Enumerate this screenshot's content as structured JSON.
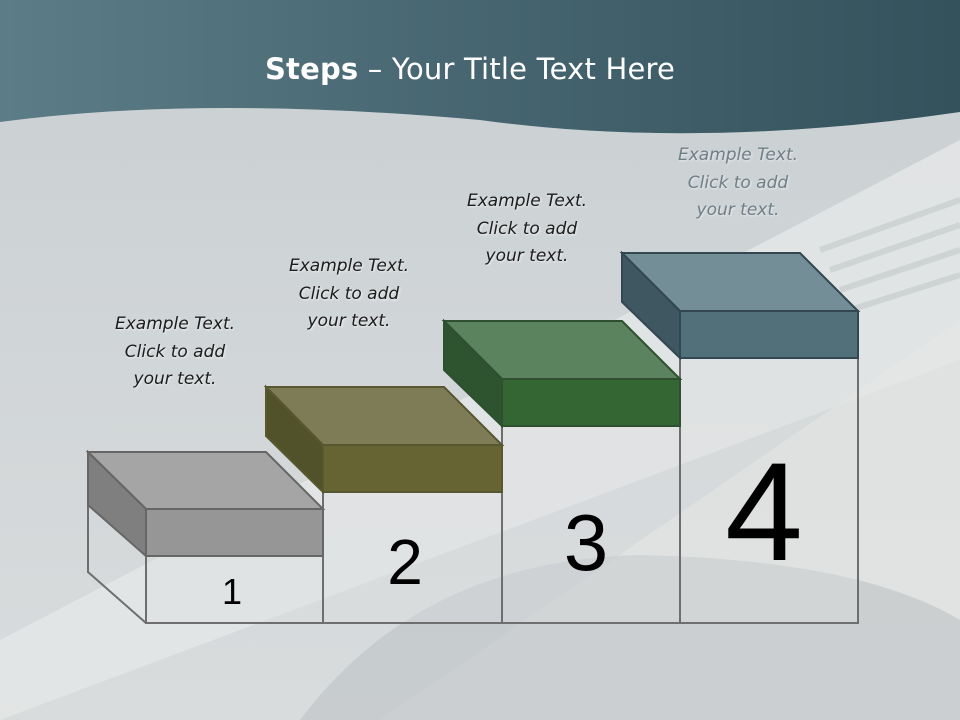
{
  "slide": {
    "title_bold": "Steps",
    "title_rest": " – Your Title Text Here"
  },
  "steps": [
    {
      "number": "1",
      "color": "#a3a3a3",
      "text": [
        "Example Text.",
        "Click  to add",
        "your text."
      ]
    },
    {
      "number": "2",
      "color": "#6b6b38",
      "text": [
        "Example Text.",
        "Click  to add",
        "your text."
      ]
    },
    {
      "number": "3",
      "color": "#356a3a",
      "text": [
        "Example Text.",
        "Click  to add",
        "your text."
      ]
    },
    {
      "number": "4",
      "color": "#4e6f79",
      "text": [
        "Example Text.",
        "Click  to add",
        "your text."
      ]
    }
  ]
}
